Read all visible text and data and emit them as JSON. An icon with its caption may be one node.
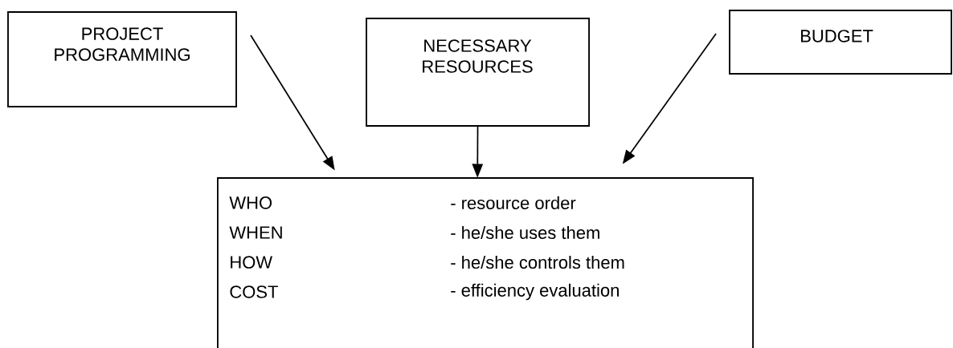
{
  "diagram": {
    "nodes": [
      {
        "text": [
          "PROJECT PROGRAMMING"
        ]
      },
      {
        "text": [
          "NECESSARY RESOURCES"
        ]
      },
      {
        "text": [
          "BUDGET"
        ]
      },
      {
        "text": [
          "WHO",
          "- resource order",
          "WHEN",
          "- he/she uses them",
          "HOW",
          "- he/she controls them",
          "COST",
          "- efficiency evaluation"
        ]
      }
    ],
    "edges": [
      {
        "from": 0,
        "to": 3,
        "arrow": "to"
      },
      {
        "from": 1,
        "to": 3,
        "arrow": "to"
      },
      {
        "from": 2,
        "to": 3,
        "arrow": "to"
      }
    ]
  }
}
